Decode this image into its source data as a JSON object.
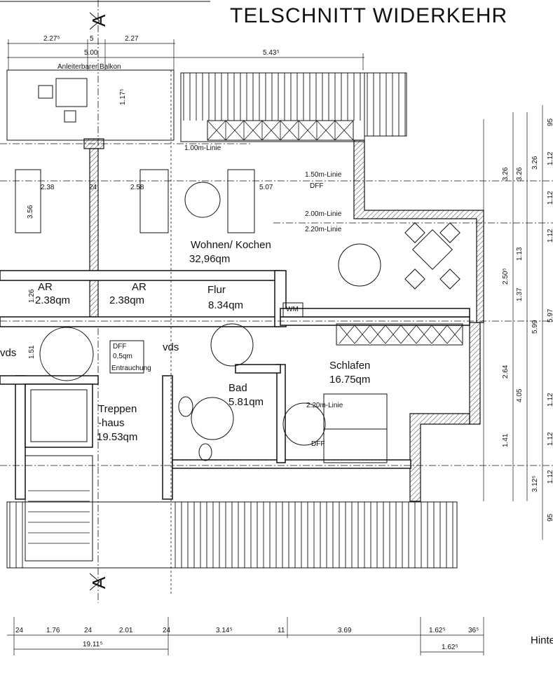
{
  "title": "TELSCHNITT WIDERKEHR",
  "section_marker": "A",
  "rooms": [
    {
      "id": "wohnen",
      "name": "Wohnen/ Kochen",
      "area": "32,96qm"
    },
    {
      "id": "flur",
      "name": "Flur",
      "area": "8.34qm"
    },
    {
      "id": "ar1",
      "name": "AR",
      "area": "2.38qm"
    },
    {
      "id": "ar2",
      "name": "AR",
      "area": "2.38qm"
    },
    {
      "id": "schlafen",
      "name": "Schlafen",
      "area": "16.75qm"
    },
    {
      "id": "bad",
      "name": "Bad",
      "area": "5.81qm"
    },
    {
      "id": "treppen",
      "name": "Treppen",
      "name2": "-haus",
      "area": "19.53qm"
    }
  ],
  "labels": {
    "balkon": "Anleiterbarer Balkon",
    "line100": "1.00m-Linie",
    "line150": "1.50m-Linie",
    "line200": "2.00m-Linie",
    "line220": "2.20m-Linie",
    "line220b": "2.20m-Linie",
    "dff": "DFF",
    "dff2": "DFF",
    "dff3": "DFF",
    "dff_area": "0,5qm",
    "entrauchung": "Entrauchung",
    "wm": "WM",
    "vds1": "vds",
    "vds2": "vds",
    "hinter": "Hinte"
  },
  "dimensions": {
    "top_227a": "2.27⁵",
    "top_5": "5",
    "top_227b": "2.27",
    "top_500": "5.00",
    "top_543": "5.43⁵",
    "d_238a": "2.38",
    "d_24": "24",
    "d_238b": "2.58",
    "d_507": "5.07",
    "d_356": "3.56",
    "d_117": "1.17⁵",
    "d_126": "1.26",
    "d_151": "1.51",
    "r_326a": "3.26",
    "r_326b": "3.26",
    "r_326c": "3.26",
    "r_113": "1.13",
    "r_250": "2.50⁵",
    "r_137": "1.37",
    "r_599": "5.99",
    "r_264": "2.64",
    "r_405": "4.05",
    "r_141": "1.41",
    "r_312": "3.12⁵",
    "r_95a": "95",
    "r_95b": "95",
    "r_112a": "1.12",
    "r_112b": "1.12",
    "r_112c": "1.12",
    "r_112d": "1.12",
    "r_112e": "1.12",
    "r_112f": "1.12",
    "r_597": "5.97",
    "b_24a": "24",
    "b_176": "1.76",
    "b_24b": "24",
    "b_201": "2.01",
    "b_24c": "24",
    "b_314": "3.14⁵",
    "b_11": "11",
    "b_369": "3.69",
    "b_162a": "1.62⁵",
    "b_36": "36⁵",
    "b_1911": "19.11⁵",
    "b_162b": "1.62⁵"
  }
}
